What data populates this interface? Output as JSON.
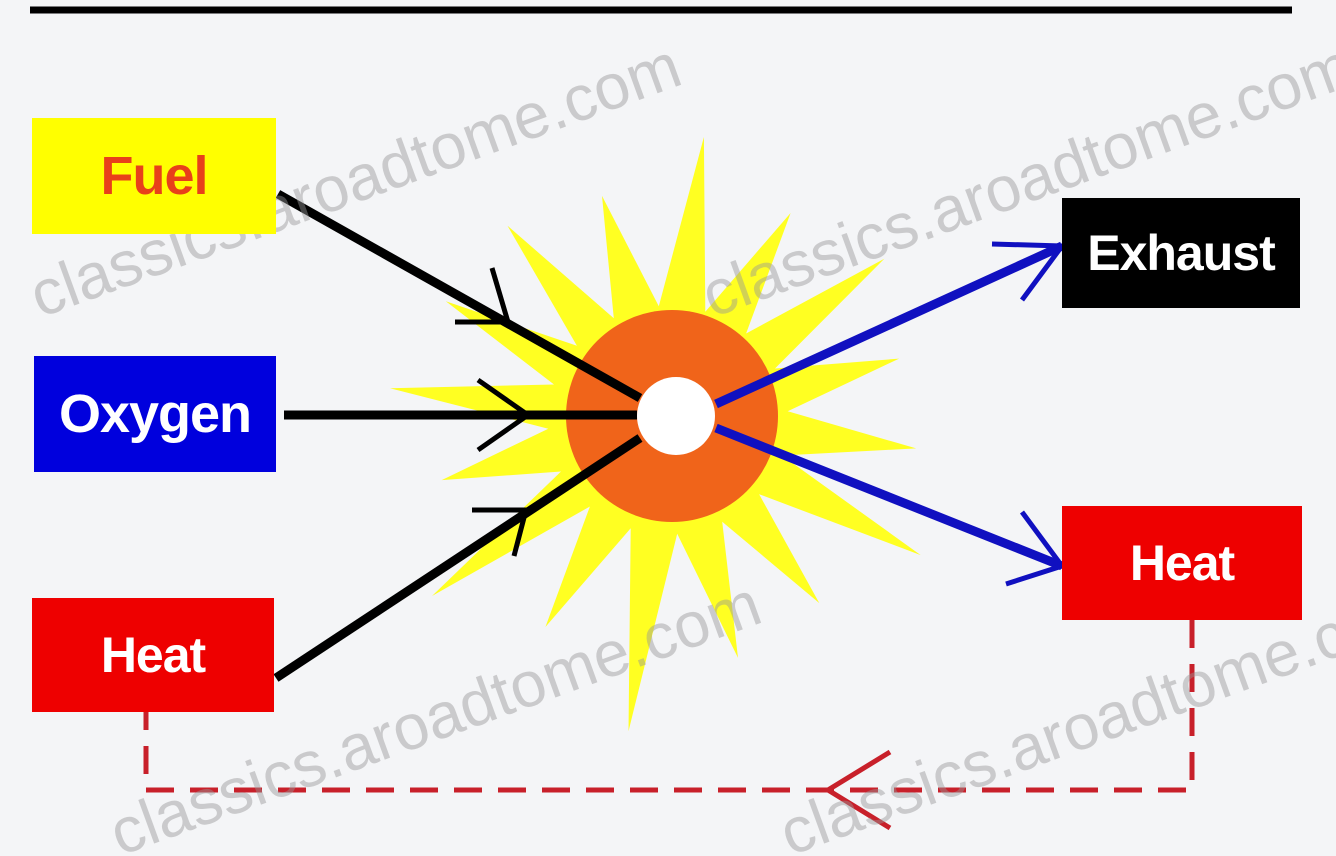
{
  "nodes": {
    "fuel": {
      "label": "Fuel",
      "bg": "#ffff00",
      "fg": "#e8401a"
    },
    "oxygen": {
      "label": "Oxygen",
      "bg": "#0000dd",
      "fg": "#ffffff"
    },
    "heat_in": {
      "label": "Heat",
      "bg": "#ee0000",
      "fg": "#ffffff"
    },
    "exhaust": {
      "label": "Exhaust",
      "bg": "#000000",
      "fg": "#ffffff"
    },
    "heat_out": {
      "label": "Heat",
      "bg": "#ee0000",
      "fg": "#ffffff"
    }
  },
  "colors": {
    "input_arrow": "#000000",
    "output_arrow": "#1010c0",
    "feedback": "#c8202a",
    "burst": "#ffff22",
    "flame_core": "#f0641a",
    "center": "#ffffff",
    "top_rule": "#000000"
  },
  "watermark": "classics.aroadtome.com"
}
